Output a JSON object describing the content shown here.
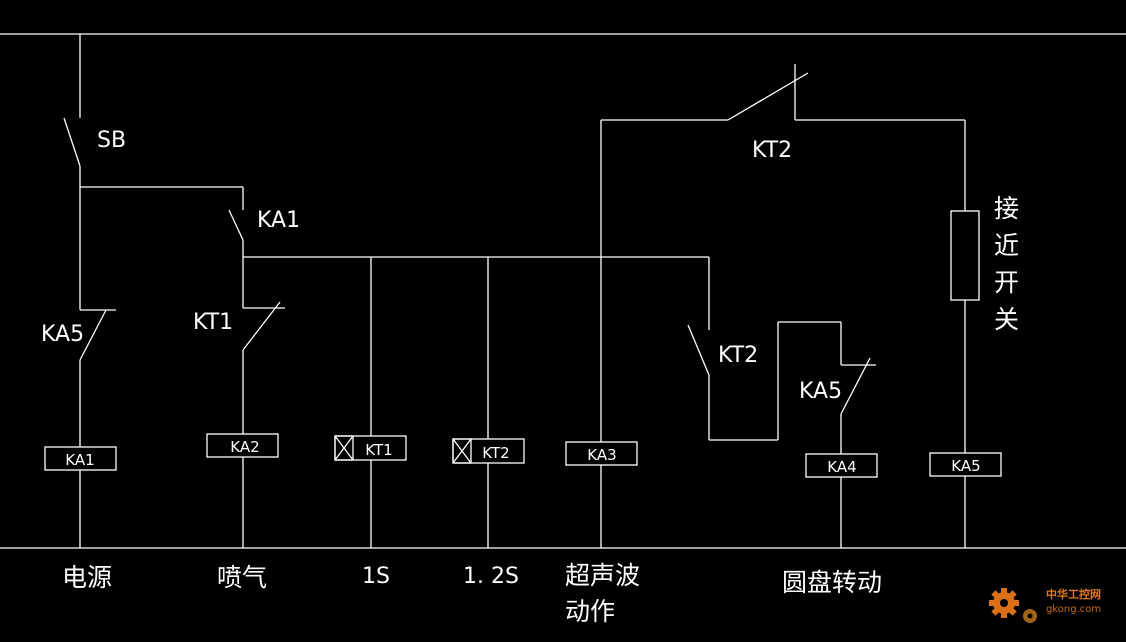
{
  "diagram": {
    "colors": {
      "background": "#000000",
      "line": "#ffffff",
      "watermark": "#e07a18"
    },
    "switch_labels": {
      "sb": "SB",
      "ka1": "KA1",
      "ka5_left": "KA5",
      "kt1": "KT1",
      "kt2_top": "KT2",
      "kt2_mid": "KT2",
      "ka5_right": "KA5"
    },
    "coils": {
      "ka1": "KA1",
      "ka2": "KA2",
      "kt1": "KT1",
      "kt2": "KT2",
      "ka3": "KA3",
      "ka4": "KA4",
      "ka5": "KA5"
    },
    "sensor_label": [
      "接",
      "近",
      "开",
      "关"
    ],
    "captions": {
      "power": "电源",
      "spray": "喷气",
      "t1": "1S",
      "t2": "1. 2S",
      "ultra_line1": "超声波",
      "ultra_line2": "动作",
      "disk": "圆盘转动"
    },
    "watermark": {
      "name": "中华工控网",
      "url": "gkong.com",
      "icon": "gear-icon"
    }
  }
}
